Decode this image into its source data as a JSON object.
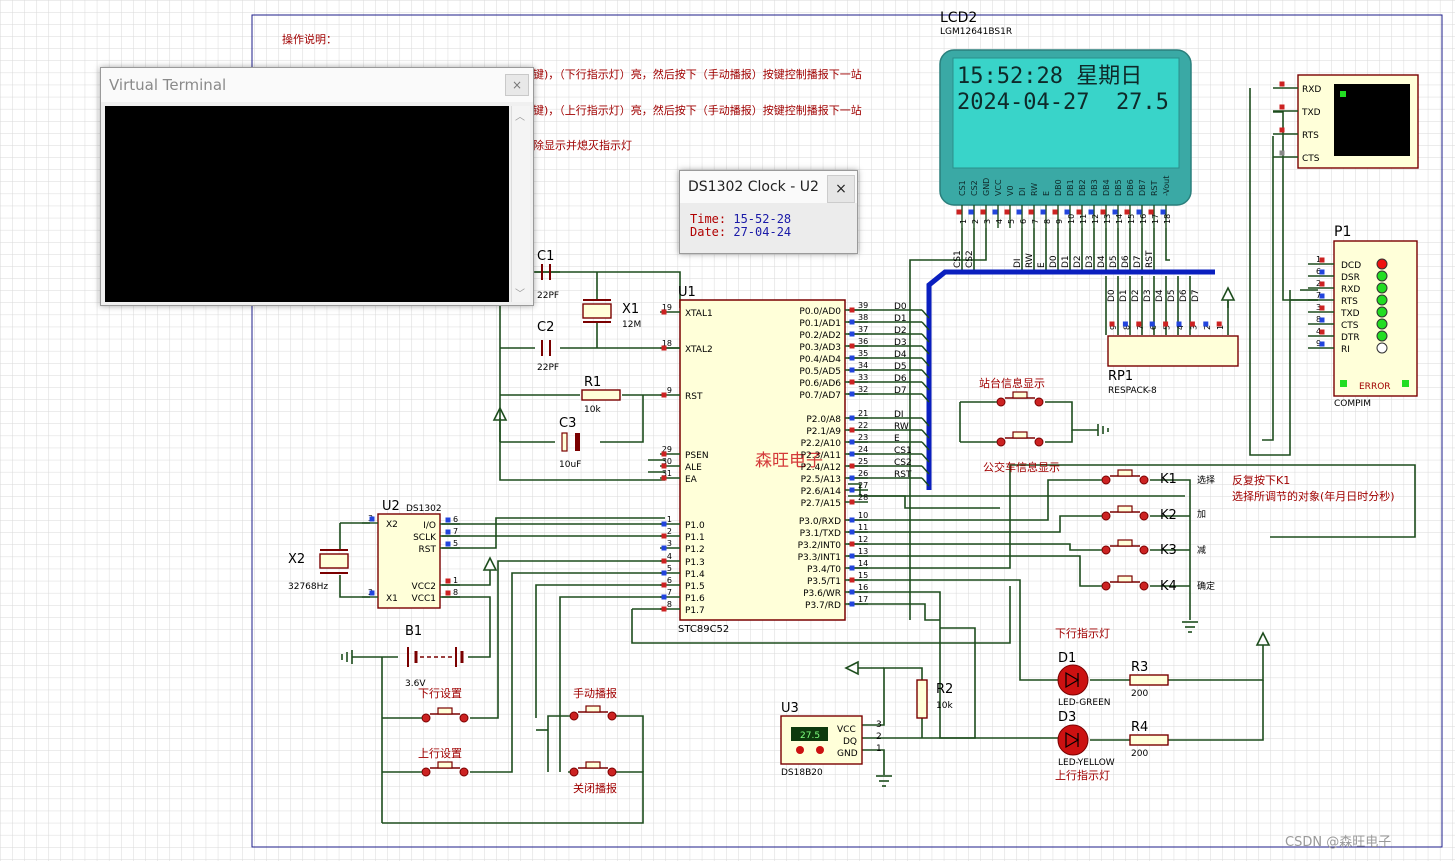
{
  "instructions": {
    "title": "操作说明：",
    "line1": "键)，（下行指示灯）亮，然后按下（手动播报）按键控制播报下一站",
    "line2": "键)，（上行指示灯）亮，然后按下（手动播报）按键控制播报下一站",
    "line3": "除显示并熄灭指示灯"
  },
  "virtual_terminal": {
    "title": "Virtual Terminal",
    "close": "×"
  },
  "clock_window": {
    "title": "DS1302 Clock - U2",
    "close": "×",
    "time_label": "Time:",
    "time_value": "15-52-28",
    "date_label": "Date:",
    "date_value": "27-04-24"
  },
  "lcd": {
    "ref": "LCD2",
    "model": "LGM12641BS1R",
    "line1": "15:52:28 星期日",
    "line2": "2024-04-27  27.5",
    "pins": [
      "CS1",
      "CS2",
      "GND",
      "VCC",
      "V0",
      "DI",
      "RW",
      "E",
      "DB0",
      "DB1",
      "DB2",
      "DB3",
      "DB4",
      "DB5",
      "DB6",
      "DB7",
      "RST",
      "-Vout"
    ],
    "pin_numbers": [
      "1",
      "2",
      "3",
      "4",
      "5",
      "6",
      "7",
      "8",
      "9",
      "10",
      "11",
      "12",
      "13",
      "14",
      "15",
      "16",
      "17",
      "18"
    ],
    "net_labels": [
      "CS1",
      "CS2",
      "DI",
      "RW",
      "E",
      "D0",
      "D1",
      "D2",
      "D3",
      "D4",
      "D5",
      "D6",
      "D7",
      "RST"
    ],
    "bg_color": "#3aa9a5",
    "screen_color": "#39d4c9"
  },
  "compim_terminal": {
    "pins": [
      "RXD",
      "TXD",
      "RTS",
      "CTS"
    ]
  },
  "p1": {
    "ref": "P1",
    "model": "COMPIM",
    "error": "ERROR",
    "pins": [
      "DCD",
      "DSR",
      "RXD",
      "RTS",
      "TXD",
      "CTS",
      "DTR",
      "RI"
    ],
    "pin_numbers": [
      "1",
      "6",
      "2",
      "7",
      "3",
      "8",
      "4",
      "9"
    ]
  },
  "rp1": {
    "ref": "RP1",
    "model": "RESPACK-8",
    "labels": [
      "D0",
      "D1",
      "D2",
      "D3",
      "D4",
      "D5",
      "D6",
      "D7"
    ],
    "pins": [
      "9",
      "8",
      "7",
      "6",
      "5",
      "4",
      "3",
      "2",
      "1"
    ]
  },
  "u1": {
    "ref": "U1",
    "model": "STC89C52",
    "watermark": "森旺电子",
    "left_pins": [
      {
        "n": "19",
        "name": "XTAL1"
      },
      {
        "n": "18",
        "name": "XTAL2"
      },
      {
        "n": "9",
        "name": "RST"
      },
      {
        "n": "29",
        "name": "PSEN"
      },
      {
        "n": "30",
        "name": "ALE"
      },
      {
        "n": "31",
        "name": "EA"
      },
      {
        "n": "1",
        "name": "P1.0"
      },
      {
        "n": "2",
        "name": "P1.1"
      },
      {
        "n": "3",
        "name": "P1.2"
      },
      {
        "n": "4",
        "name": "P1.3"
      },
      {
        "n": "5",
        "name": "P1.4"
      },
      {
        "n": "6",
        "name": "P1.5"
      },
      {
        "n": "7",
        "name": "P1.6"
      },
      {
        "n": "8",
        "name": "P1.7"
      }
    ],
    "right_pins": [
      {
        "n": "39",
        "name": "P0.0/AD0",
        "net": "D0"
      },
      {
        "n": "38",
        "name": "P0.1/AD1",
        "net": "D1"
      },
      {
        "n": "37",
        "name": "P0.2/AD2",
        "net": "D2"
      },
      {
        "n": "36",
        "name": "P0.3/AD3",
        "net": "D3"
      },
      {
        "n": "35",
        "name": "P0.4/AD4",
        "net": "D4"
      },
      {
        "n": "34",
        "name": "P0.5/AD5",
        "net": "D5"
      },
      {
        "n": "33",
        "name": "P0.6/AD6",
        "net": "D6"
      },
      {
        "n": "32",
        "name": "P0.7/AD7",
        "net": "D7"
      },
      {
        "n": "21",
        "name": "P2.0/A8",
        "net": "DI"
      },
      {
        "n": "22",
        "name": "P2.1/A9",
        "net": "RW"
      },
      {
        "n": "23",
        "name": "P2.2/A10",
        "net": "E"
      },
      {
        "n": "24",
        "name": "P2.3/A11",
        "net": "CS1"
      },
      {
        "n": "25",
        "name": "P2.4/A12",
        "net": "CS2"
      },
      {
        "n": "26",
        "name": "P2.5/A13",
        "net": "RST"
      },
      {
        "n": "27",
        "name": "P2.6/A14",
        "net": ""
      },
      {
        "n": "28",
        "name": "P2.7/A15",
        "net": ""
      },
      {
        "n": "10",
        "name": "P3.0/RXD",
        "net": ""
      },
      {
        "n": "11",
        "name": "P3.1/TXD",
        "net": ""
      },
      {
        "n": "12",
        "name": "P3.2/INT0",
        "net": ""
      },
      {
        "n": "13",
        "name": "P3.3/INT1",
        "net": ""
      },
      {
        "n": "14",
        "name": "P3.4/T0",
        "net": ""
      },
      {
        "n": "15",
        "name": "P3.5/T1",
        "net": ""
      },
      {
        "n": "16",
        "name": "P3.6/WR",
        "net": ""
      },
      {
        "n": "17",
        "name": "P3.7/RD",
        "net": ""
      }
    ]
  },
  "u2": {
    "ref": "U2",
    "model": "DS1302",
    "left": [
      "X2",
      "X1"
    ],
    "left_n": [
      "3",
      "2"
    ],
    "right": [
      "I/O",
      "SCLK",
      "RST",
      "VCC2",
      "VCC1"
    ],
    "right_n": [
      "6",
      "7",
      "5",
      "1",
      "8"
    ]
  },
  "passives": {
    "c1": {
      "ref": "C1",
      "val": "22PF"
    },
    "c2": {
      "ref": "C2",
      "val": "22PF"
    },
    "c3": {
      "ref": "C3",
      "val": "10uF"
    },
    "x1": {
      "ref": "X1",
      "val": "12M"
    },
    "x2": {
      "ref": "X2",
      "val": "32768Hz"
    },
    "r1": {
      "ref": "R1",
      "val": "10k"
    },
    "r2": {
      "ref": "R2",
      "val": "10k"
    },
    "r3": {
      "ref": "R3",
      "val": "200"
    },
    "r4": {
      "ref": "R4",
      "val": "200"
    },
    "b1": {
      "ref": "B1",
      "val": "3.6V"
    }
  },
  "u3": {
    "ref": "U3",
    "model": "DS18B20",
    "display": "27.5",
    "pins": [
      "VCC",
      "DQ",
      "GND"
    ],
    "pin_n": [
      "3",
      "2",
      "1"
    ]
  },
  "buttons": {
    "station_info": "站台信息显示",
    "bus_info": "公交车信息显示",
    "down_set": "下行设置",
    "up_set": "上行设置",
    "manual": "手动播报",
    "close_broadcast": "关闭播报",
    "k1": "K1",
    "k2": "K2",
    "k3": "K3",
    "k4": "K4",
    "k1_desc": "选择",
    "k2_desc": "加",
    "k3_desc": "减",
    "k4_desc": "确定",
    "note1": "反复按下K1",
    "note2": "选择所调节的对象(年月日时分秒)"
  },
  "leds": {
    "d1": {
      "ref": "D1",
      "model": "LED-GREEN",
      "label": "下行指示灯"
    },
    "d3": {
      "ref": "D3",
      "model": "LED-YELLOW",
      "label": "上行指示灯"
    }
  },
  "watermark": "CSDN @森旺电子",
  "colors": {
    "wire": "#1d4d1d",
    "component_outline": "#7a0000",
    "component_fill": "#ffffd9",
    "bus": "#0a1fbf",
    "pin_red": "#cc2222",
    "pin_blue": "#2244dd",
    "text_dark": "#000000",
    "label_red": "#a00000",
    "grid": "#d9d9d9"
  }
}
